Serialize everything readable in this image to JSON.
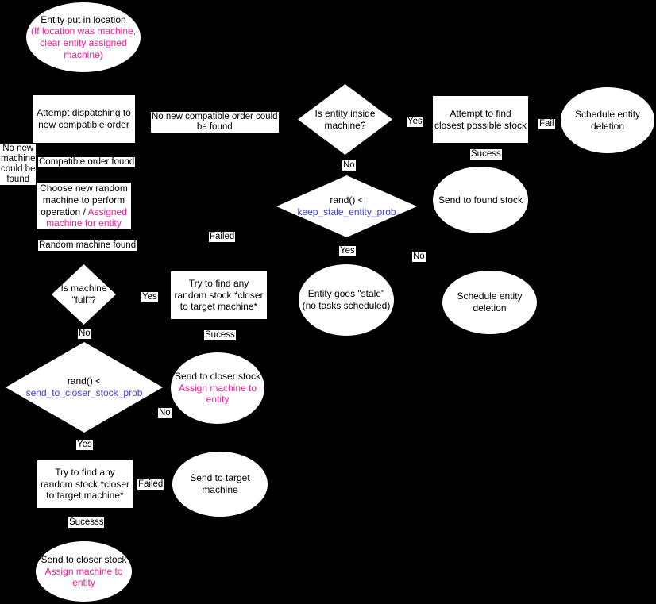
{
  "title": "Entity dispatching flowchart",
  "colors": {
    "background": "#000000",
    "shape_fill": "#ffffff",
    "text": "#000000",
    "magenta": "#ff1493",
    "blue": "#3d3df2"
  },
  "nodes": {
    "entity_put": {
      "line1": "Entity put in location",
      "m1": "(If location was machine,",
      "m2": "clear entity assigned",
      "m3": "machine)"
    },
    "attempt_dispatch": {
      "l1": "Attempt dispatching to",
      "l2": "new compatible order"
    },
    "choose_machine": {
      "l1": "Choose new random",
      "l2": "machine to perform",
      "l3_black": "operation / ",
      "l3_accent": "Assigned",
      "l4_accent": "machine for entity"
    },
    "is_machine_full": {
      "l1": "Is machine",
      "l2": "\"full\"?"
    },
    "rand_closer": {
      "l1": "rand() <",
      "l2": "send_to_closer_stock_prob"
    },
    "try_find_stock": {
      "l1": "Try to find any",
      "l2": "random stock *closer",
      "l3": "to target machine*"
    },
    "send_closer": {
      "l1": "Send to closer stock",
      "m1": "Assign machine to",
      "m2": "entity"
    },
    "send_target": {
      "l1": "Send to target",
      "l2": "machine"
    },
    "is_inside": {
      "l1": "Is entity inside",
      "l2": "machine?"
    },
    "attempt_closest": {
      "l1": "Attempt to find",
      "l2": "closest possible stock"
    },
    "schedule_deletion": {
      "l1": "Schedule entity",
      "l2": "deletion"
    },
    "rand_stale": {
      "l1": "rand() <",
      "l2": "keep_stale_entity_prob"
    },
    "send_found": {
      "l1": "Send to found stock"
    },
    "entity_stale": {
      "l1": "Entity goes \"stale\"",
      "l2": "(no tasks scheduled)"
    }
  },
  "labels": {
    "yes": "Yes",
    "no": "No",
    "failed": "Failed",
    "fail": "Fail",
    "sucess": "Sucess",
    "sucesss": "Sucesss",
    "compatible_found": "Compatible order found",
    "random_found": "Random machine found",
    "no_new_compatible_l1": "No new compatible order could",
    "no_new_compatible_l2": "be found",
    "no_new_machine_l1": "No new",
    "no_new_machine_l2": "machine",
    "no_new_machine_l3": "could be",
    "no_new_machine_l4": "found"
  }
}
